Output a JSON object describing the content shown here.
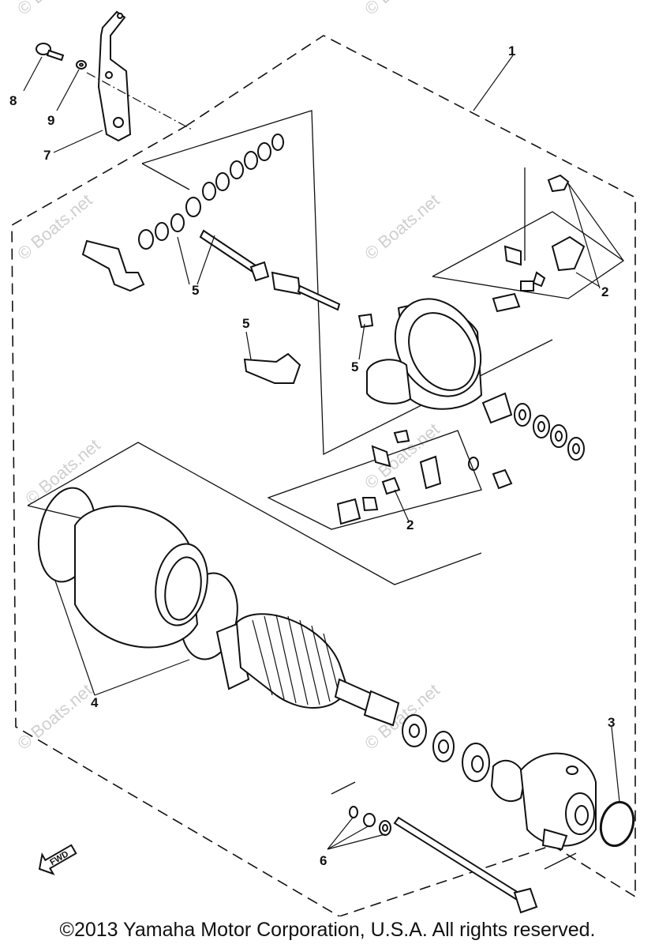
{
  "diagram": {
    "watermark": "© Boats.net",
    "callouts": {
      "c1": "1",
      "c2a": "2",
      "c2b": "2",
      "c3": "3",
      "c4": "4",
      "c5a": "5",
      "c5b": "5",
      "c5c": "5",
      "c6": "6",
      "c7": "7",
      "c8": "8",
      "c9": "9"
    },
    "fwd_badge": "FWD"
  },
  "footer": {
    "copyright": "©2013 Yamaha Motor Corporation, U.S.A. All rights reserved."
  }
}
